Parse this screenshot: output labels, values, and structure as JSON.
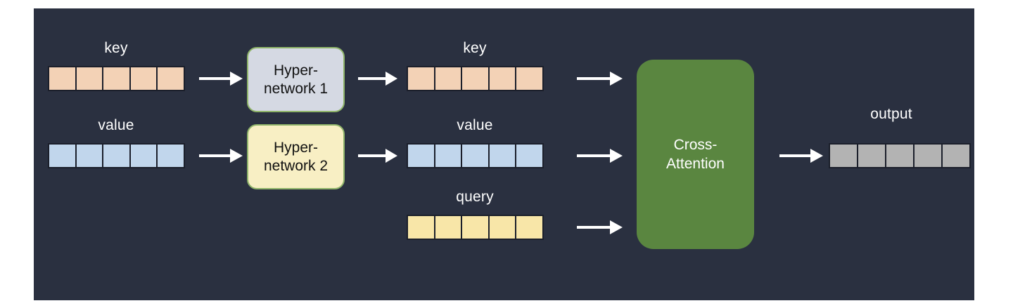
{
  "figure": {
    "title": "Hypernetwork-conditioned cross-attention diagram",
    "background_color": "#ffffff",
    "panel_color": "#2a3040"
  },
  "colors": {
    "key_fill": "#f3d2b6",
    "value_fill": "#c1d6ec",
    "query_fill": "#f8e6a8",
    "output_fill": "#b3b3b3",
    "cell_border": "#1b1f2b",
    "hypernetwork_1_fill": "#d5d9e3",
    "hypernetwork_2_fill": "#f8efc4",
    "hypernetwork_border": "#8fb46a",
    "cross_attention_fill": "#5a8640",
    "arrow_color": "#ffffff",
    "label_color": "#ffffff"
  },
  "labels": {
    "input_key": "key",
    "input_value": "value",
    "mid_key": "key",
    "mid_value": "value",
    "query": "query",
    "output": "output"
  },
  "blocks": {
    "hypernetwork_1": {
      "line1": "Hyper-",
      "line2": "network 1"
    },
    "hypernetwork_2": {
      "line1": "Hyper-",
      "line2": "network 2"
    },
    "cross_attention": {
      "line1": "Cross-",
      "line2": "Attention"
    }
  },
  "strips": {
    "input_key": {
      "cells": 5
    },
    "input_value": {
      "cells": 5
    },
    "mid_key": {
      "cells": 5
    },
    "mid_value": {
      "cells": 5
    },
    "query": {
      "cells": 5
    },
    "output": {
      "cells": 5
    }
  },
  "arrows": {
    "count": 8,
    "direction": "right",
    "glyph": "arrow-right"
  }
}
